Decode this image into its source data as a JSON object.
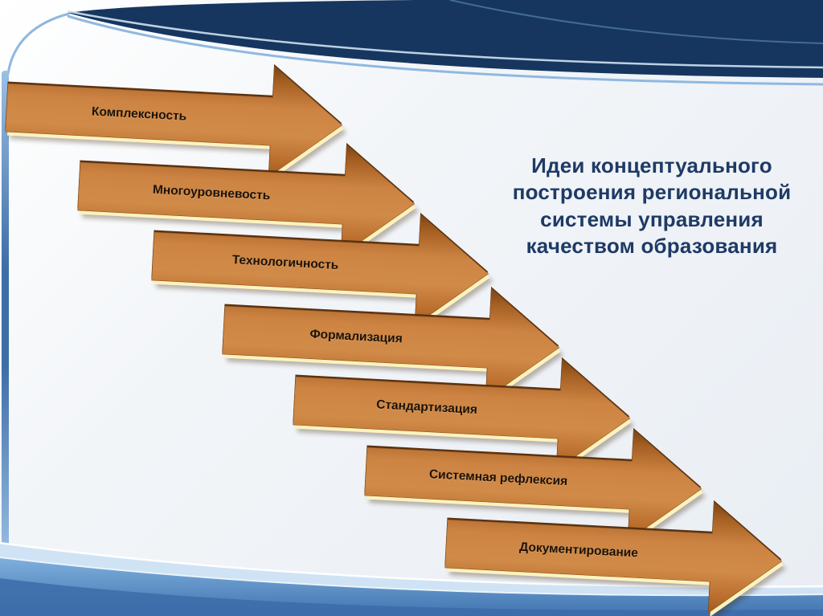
{
  "slide": {
    "title": "Идеи концептуального\nпостроения региональной\nсистемы управления\nкачеством образования",
    "arrows": [
      {
        "label": "Комплексность"
      },
      {
        "label": "Многоуровневость"
      },
      {
        "label": "Технологичность"
      },
      {
        "label": "Формализация"
      },
      {
        "label": "Стандартизация"
      },
      {
        "label": "Системная рефлексия"
      },
      {
        "label": "Документирование"
      }
    ],
    "colors": {
      "arrow_orange": "#c87e3a",
      "arrow_edge_highlight": "#fff3bd",
      "arrow_edge_dark": "#5a3110",
      "top_band_navy": "#16365f",
      "bottom_band_blue": "#4f86c0",
      "accent_light_blue": "#8fb8e0",
      "title_text": "#1e3a66",
      "label_text": "#1c1208"
    }
  }
}
